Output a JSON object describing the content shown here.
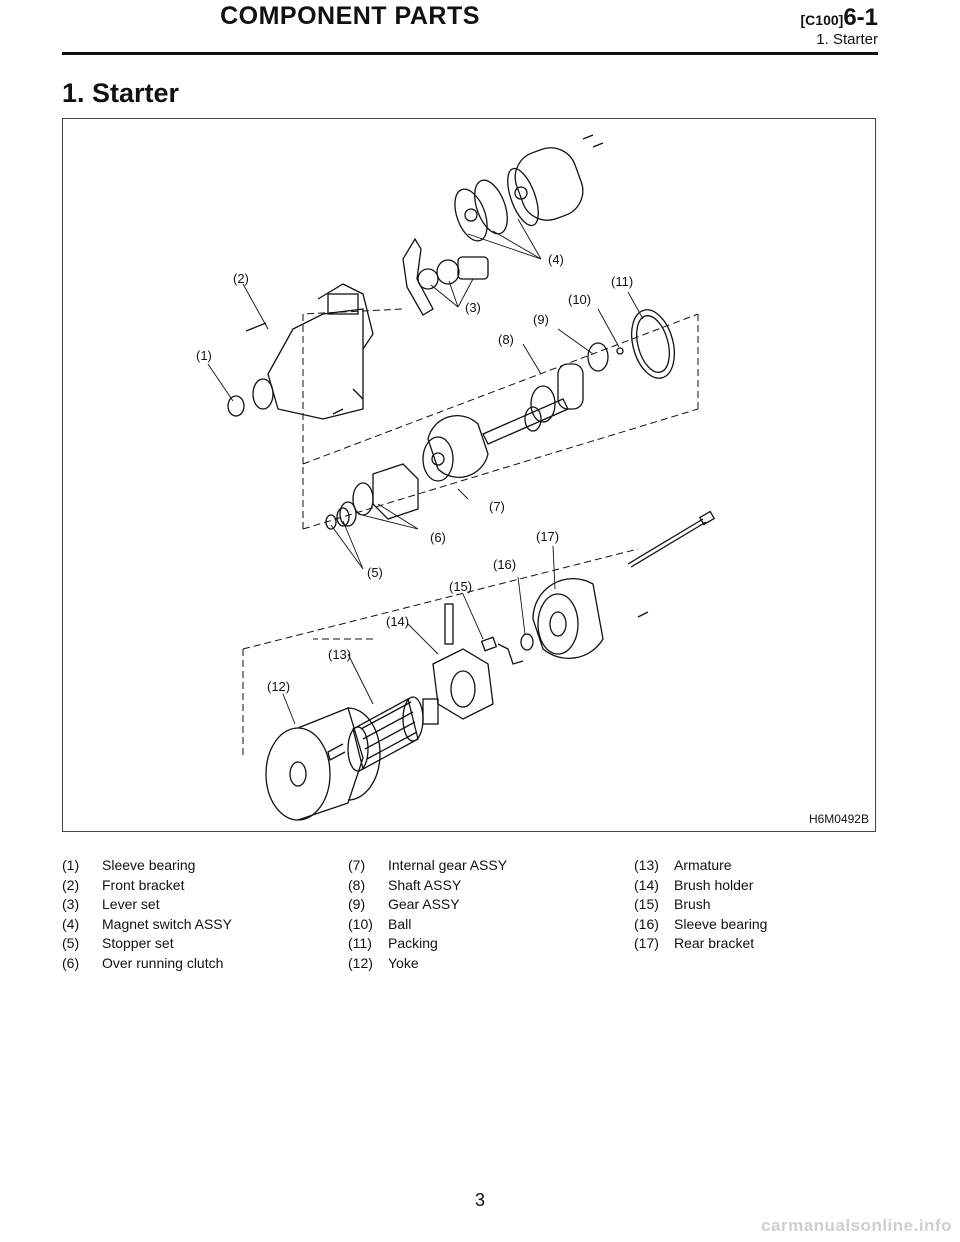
{
  "header": {
    "title": "COMPONENT PARTS",
    "code": "[C100]",
    "section_number": "6-1",
    "subtitle": "1. Starter"
  },
  "section_title": "1. Starter",
  "figure": {
    "id": "H6M0492B",
    "labels": [
      "(1)",
      "(2)",
      "(3)",
      "(4)",
      "(5)",
      "(6)",
      "(7)",
      "(8)",
      "(9)",
      "(10)",
      "(11)",
      "(12)",
      "(13)",
      "(14)",
      "(15)",
      "(16)",
      "(17)"
    ]
  },
  "legend": [
    {
      "num": "(1)",
      "name": "Sleeve bearing"
    },
    {
      "num": "(2)",
      "name": "Front bracket"
    },
    {
      "num": "(3)",
      "name": "Lever set"
    },
    {
      "num": "(4)",
      "name": "Magnet switch ASSY"
    },
    {
      "num": "(5)",
      "name": "Stopper set"
    },
    {
      "num": "(6)",
      "name": "Over running clutch"
    },
    {
      "num": "(7)",
      "name": "Internal gear ASSY"
    },
    {
      "num": "(8)",
      "name": "Shaft ASSY"
    },
    {
      "num": "(9)",
      "name": "Gear ASSY"
    },
    {
      "num": "(10)",
      "name": "Ball"
    },
    {
      "num": "(11)",
      "name": "Packing"
    },
    {
      "num": "(12)",
      "name": "Yoke"
    },
    {
      "num": "(13)",
      "name": "Armature"
    },
    {
      "num": "(14)",
      "name": "Brush holder"
    },
    {
      "num": "(15)",
      "name": "Brush"
    },
    {
      "num": "(16)",
      "name": "Sleeve bearing"
    },
    {
      "num": "(17)",
      "name": "Rear bracket"
    }
  ],
  "page_number": "3",
  "watermark": "carmanualsonline.info"
}
